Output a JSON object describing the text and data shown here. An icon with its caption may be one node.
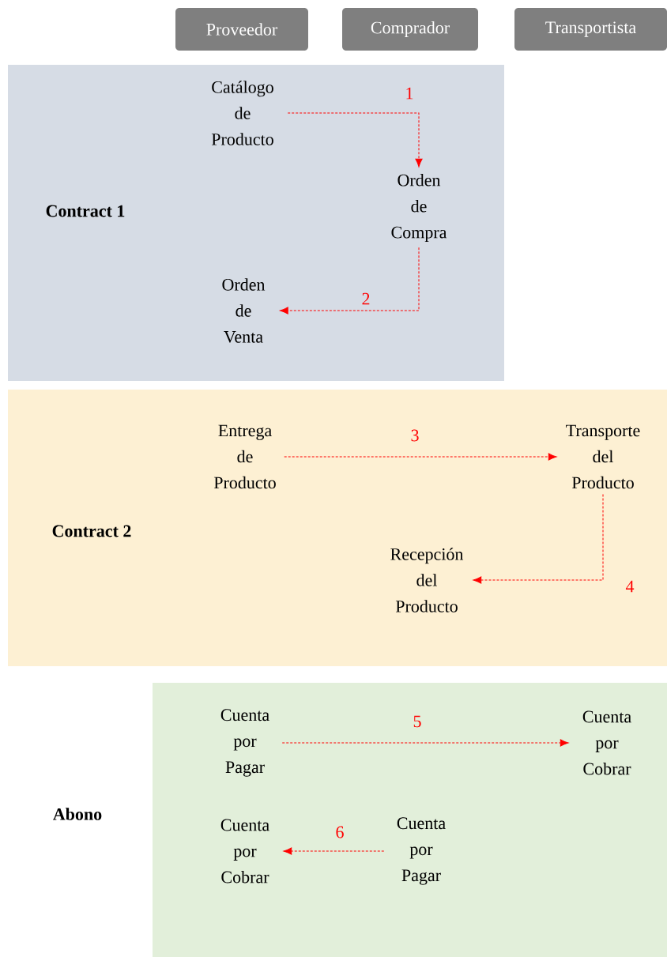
{
  "diagram": {
    "nodes": [
      {
        "text": [
          "Proveedor"
        ]
      },
      {
        "text": [
          "Comprador"
        ]
      },
      {
        "text": [
          "Transportista"
        ]
      },
      {
        "text": [
          "Contract 1"
        ]
      },
      {
        "text": [
          "Catálogo de Producto"
        ],
        "in": 3
      },
      {
        "text": [
          "Orden de Compra"
        ],
        "in": 3
      },
      {
        "text": [
          "Orden de Venta"
        ],
        "in": 3
      },
      {
        "text": [
          "Contract 2"
        ]
      },
      {
        "text": [
          "Entrega de Producto"
        ],
        "in": 7
      },
      {
        "text": [
          "Transporte del Producto"
        ],
        "in": 7
      },
      {
        "text": [
          "Recepción del Producto"
        ],
        "in": 7
      },
      {
        "text": [
          "Abono"
        ]
      },
      {
        "text": [
          "Cuenta por Pagar"
        ],
        "in": 11
      },
      {
        "text": [
          "Cuenta por Cobrar"
        ],
        "in": 11
      },
      {
        "text": [
          "Cuenta por Cobrar"
        ],
        "in": 11
      },
      {
        "text": [
          "Cuenta por Pagar"
        ],
        "in": 11
      }
    ],
    "edges": [
      {
        "from": 4,
        "to": 5,
        "arrow": "to",
        "label": "1",
        "style": "dashed"
      },
      {
        "from": 5,
        "to": 6,
        "arrow": "to",
        "label": "2",
        "style": "dashed"
      },
      {
        "from": 8,
        "to": 9,
        "arrow": "to",
        "label": "3",
        "style": "dashed"
      },
      {
        "from": 9,
        "to": 10,
        "arrow": "to",
        "label": "4",
        "style": "dashed"
      },
      {
        "from": 12,
        "to": 13,
        "arrow": "to",
        "label": "5",
        "style": "dashed"
      },
      {
        "from": 15,
        "to": 14,
        "arrow": "to",
        "label": "6",
        "style": "dashed"
      }
    ]
  }
}
